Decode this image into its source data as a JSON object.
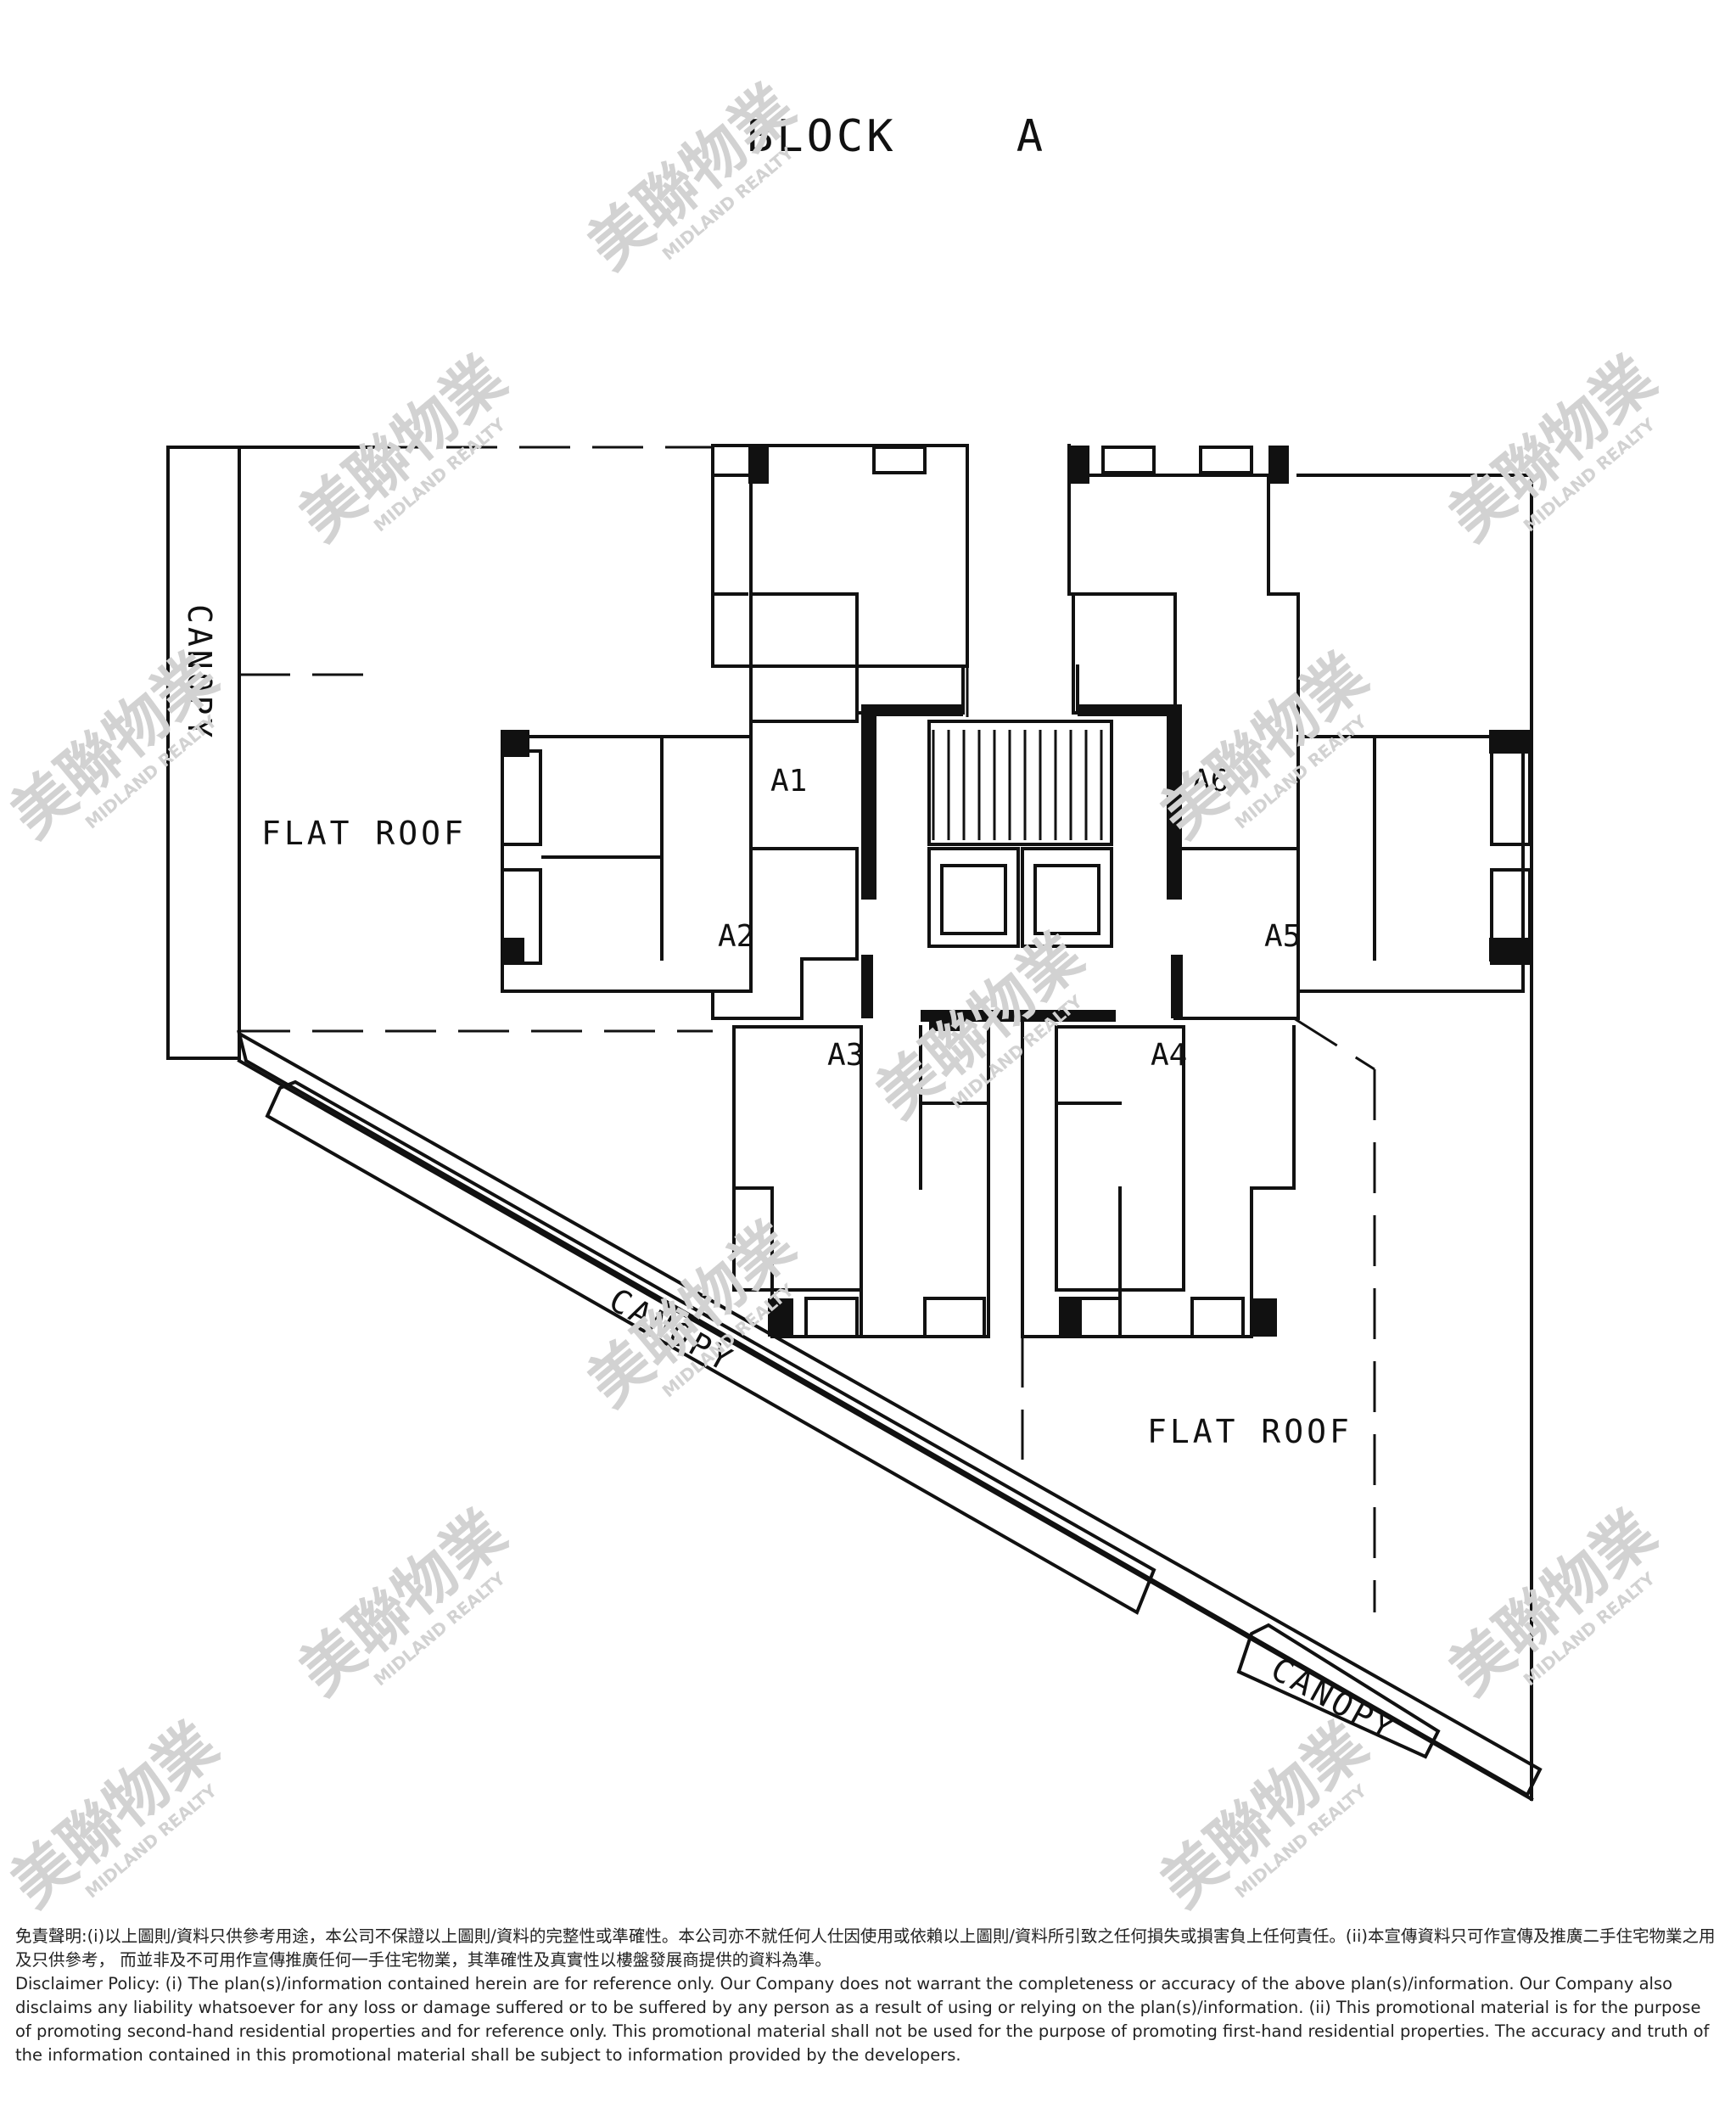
{
  "title": "BLOCK    A",
  "units": [
    "A1",
    "A2",
    "A3",
    "A4",
    "A5",
    "A6"
  ],
  "labels": {
    "canopy_left": "CANOPY",
    "canopy_diag_1": "CANOPY",
    "canopy_diag_2": "CANOPY",
    "flat_roof_left": "FLAT ROOF",
    "flat_roof_right": "FLAT ROOF"
  },
  "watermark": {
    "brand_cn": "美聯物業",
    "brand_en": "MIDLAND REALTY"
  },
  "disclaimer": {
    "chinese": "免責聲明:(i)以上圖則/資料只供參考用途，本公司不保證以上圖則/資料的完整性或準確性。本公司亦不就任何人仕因使用或依賴以上圖則/資料所引致之任何損失或損害負上任何責任。(ii)本宣傳資料只可作宣傳及推廣二手住宅物業之用及只供參考， 而並非及不可用作宣傳推廣任何一手住宅物業，其準確性及真實性以樓盤發展商提供的資料為準。",
    "english": "Disclaimer Policy: (i) The plan(s)/information contained herein are for reference only. Our Company does not warrant the completeness or accuracy of the above plan(s)/information. Our Company also disclaims any liability whatsoever for any loss or damage suffered or to be suffered by any person as a result of using or relying on the plan(s)/information. (ii) This promotional material is for the purpose of promoting second-hand residential properties and for reference only. This promotional material shall not be used for the purpose of promoting first-hand residential properties. The accuracy and truth of the information contained in this promotional material shall be subject to information provided by the developers."
  }
}
